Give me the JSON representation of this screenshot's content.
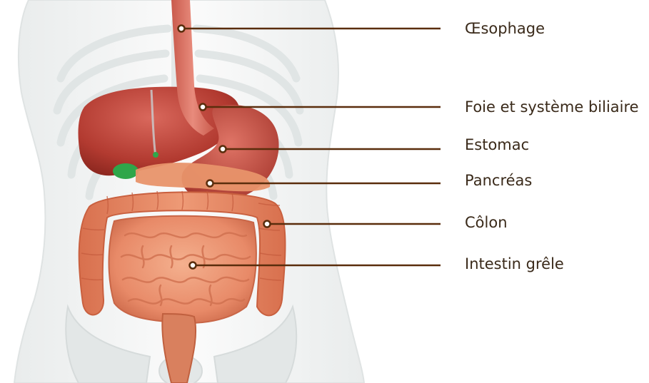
{
  "diagram": {
    "leader_color": "#5a2d0c",
    "labels": [
      {
        "id": "oesophage",
        "text": "Œsophage",
        "organ": "esophagus"
      },
      {
        "id": "foie",
        "text": "Foie et système biliaire",
        "organ": "liver"
      },
      {
        "id": "estomac",
        "text": "Estomac",
        "organ": "stomach"
      },
      {
        "id": "pancreas",
        "text": "Pancréas",
        "organ": "pancreas"
      },
      {
        "id": "colon",
        "text": "Côlon",
        "organ": "colon"
      },
      {
        "id": "intestin",
        "text": "Intestin grêle",
        "organ": "small-intestine"
      }
    ]
  }
}
